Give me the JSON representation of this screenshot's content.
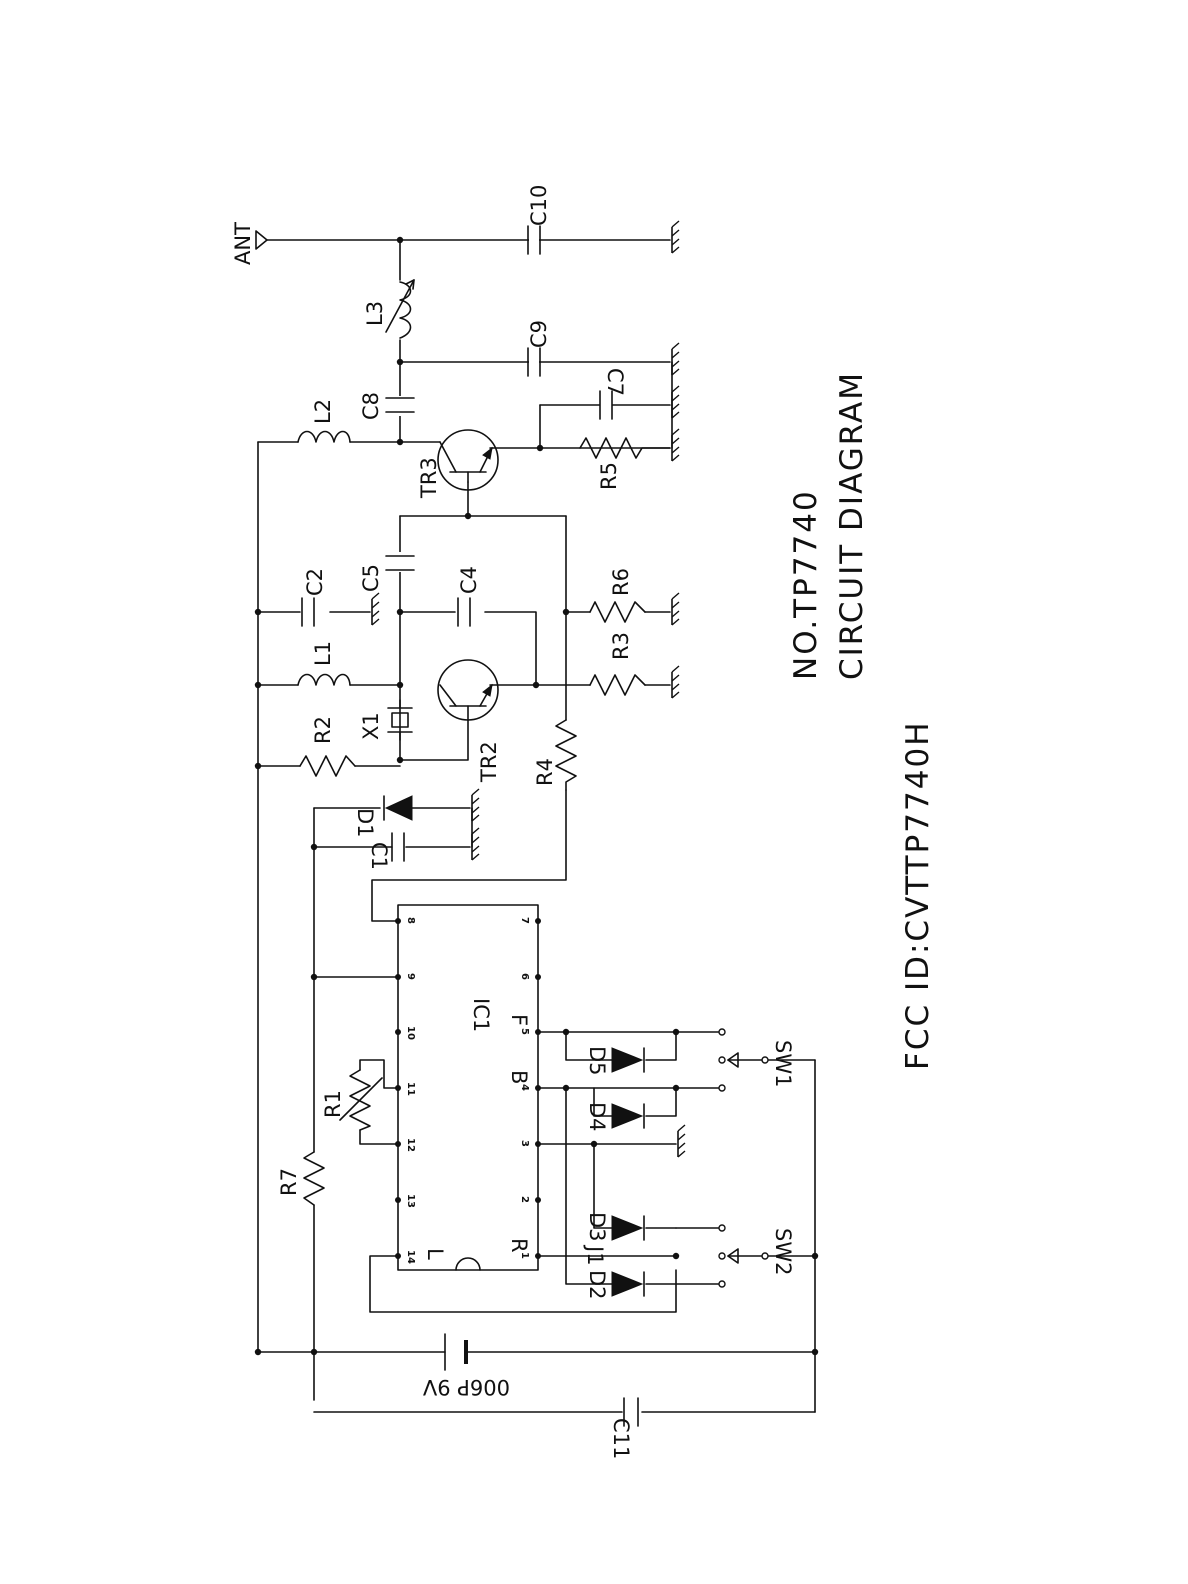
{
  "title": {
    "model": "NO.TP7740",
    "subtitle": "CIRCUIT DIAGRAM",
    "fcc": "FCC ID:CVTTP7740H"
  },
  "battery_label": "006P 9V",
  "ic": {
    "name": "IC1",
    "pins_top": [
      "8",
      "9",
      "10",
      "11",
      "12",
      "13",
      "14"
    ],
    "pins_bottom": [
      "7",
      "6",
      "5",
      "4",
      "3",
      "2",
      "1"
    ],
    "pin_letters": {
      "L": "L",
      "R": "R",
      "F": "F",
      "B": "B"
    }
  },
  "components": {
    "antenna": "ANT",
    "C1": "C1",
    "C2": "C2",
    "C4": "C4",
    "C5": "C5",
    "C7": "C7",
    "C8": "C8",
    "C9": "C9",
    "C10": "C10",
    "C11": "C11",
    "L1": "L1",
    "L2": "L2",
    "L3": "L3",
    "R1": "R1",
    "R2": "R2",
    "R3": "R3",
    "R4": "R4",
    "R5": "R5",
    "R6": "R6",
    "R7": "R7",
    "X1": "X1",
    "TR2": "TR2",
    "TR3": "TR3",
    "D1": "D1",
    "D2": "D2",
    "D3": "D3",
    "D4": "D4",
    "D5": "D5",
    "J1": "J1",
    "SW1": "SW1",
    "SW2": "SW2"
  }
}
